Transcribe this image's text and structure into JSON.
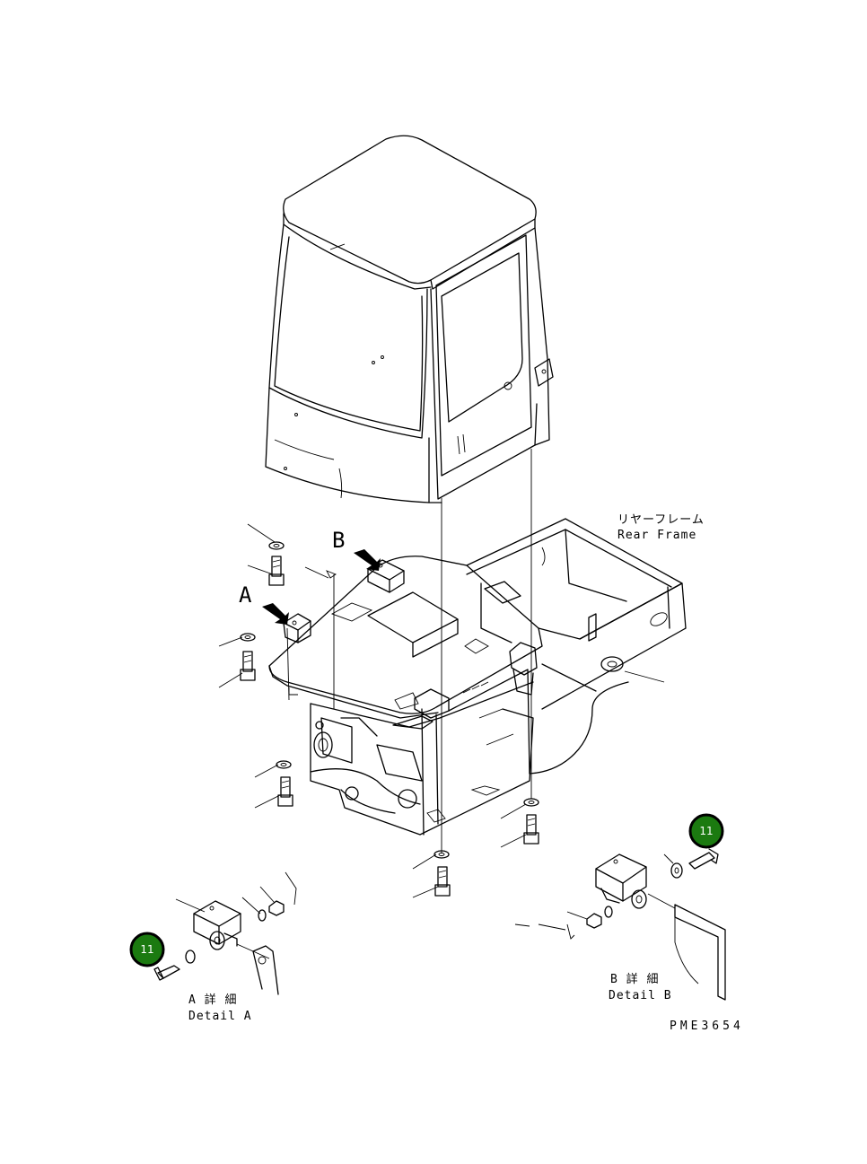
{
  "labels": {
    "rear_frame_jp": "リヤーフレーム",
    "rear_frame_en": "Rear Frame",
    "view_a": "A",
    "view_b": "B",
    "detail_a_jp": "A 詳 細",
    "detail_a_en": "Detail A",
    "detail_b_jp": "B 詳 細",
    "detail_b_en": "Detail B",
    "drawing_code": "PME3654"
  },
  "callouts": [
    {
      "id": "callout-detail-b",
      "number": "11"
    },
    {
      "id": "callout-detail-a",
      "number": "11"
    }
  ],
  "colors": {
    "line": "#000000",
    "callout_fill": "#1b7a10",
    "callout_text": "#ffffff",
    "background": "#ffffff"
  }
}
